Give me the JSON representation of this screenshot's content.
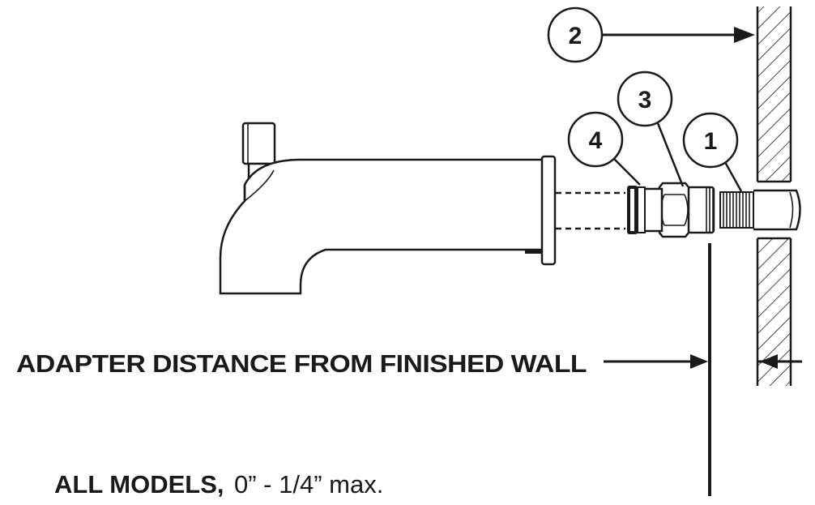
{
  "callouts": {
    "c1": "1",
    "c2": "2",
    "c3": "3",
    "c4": "4"
  },
  "labels": {
    "adapter_distance": "ADAPTER DISTANCE FROM FINISHED WALL",
    "all_models_bold": "ALL MODELS,",
    "all_models_range": "0” - 1/4” max."
  },
  "colors": {
    "ink": "#1a1a1a",
    "background": "#ffffff"
  }
}
